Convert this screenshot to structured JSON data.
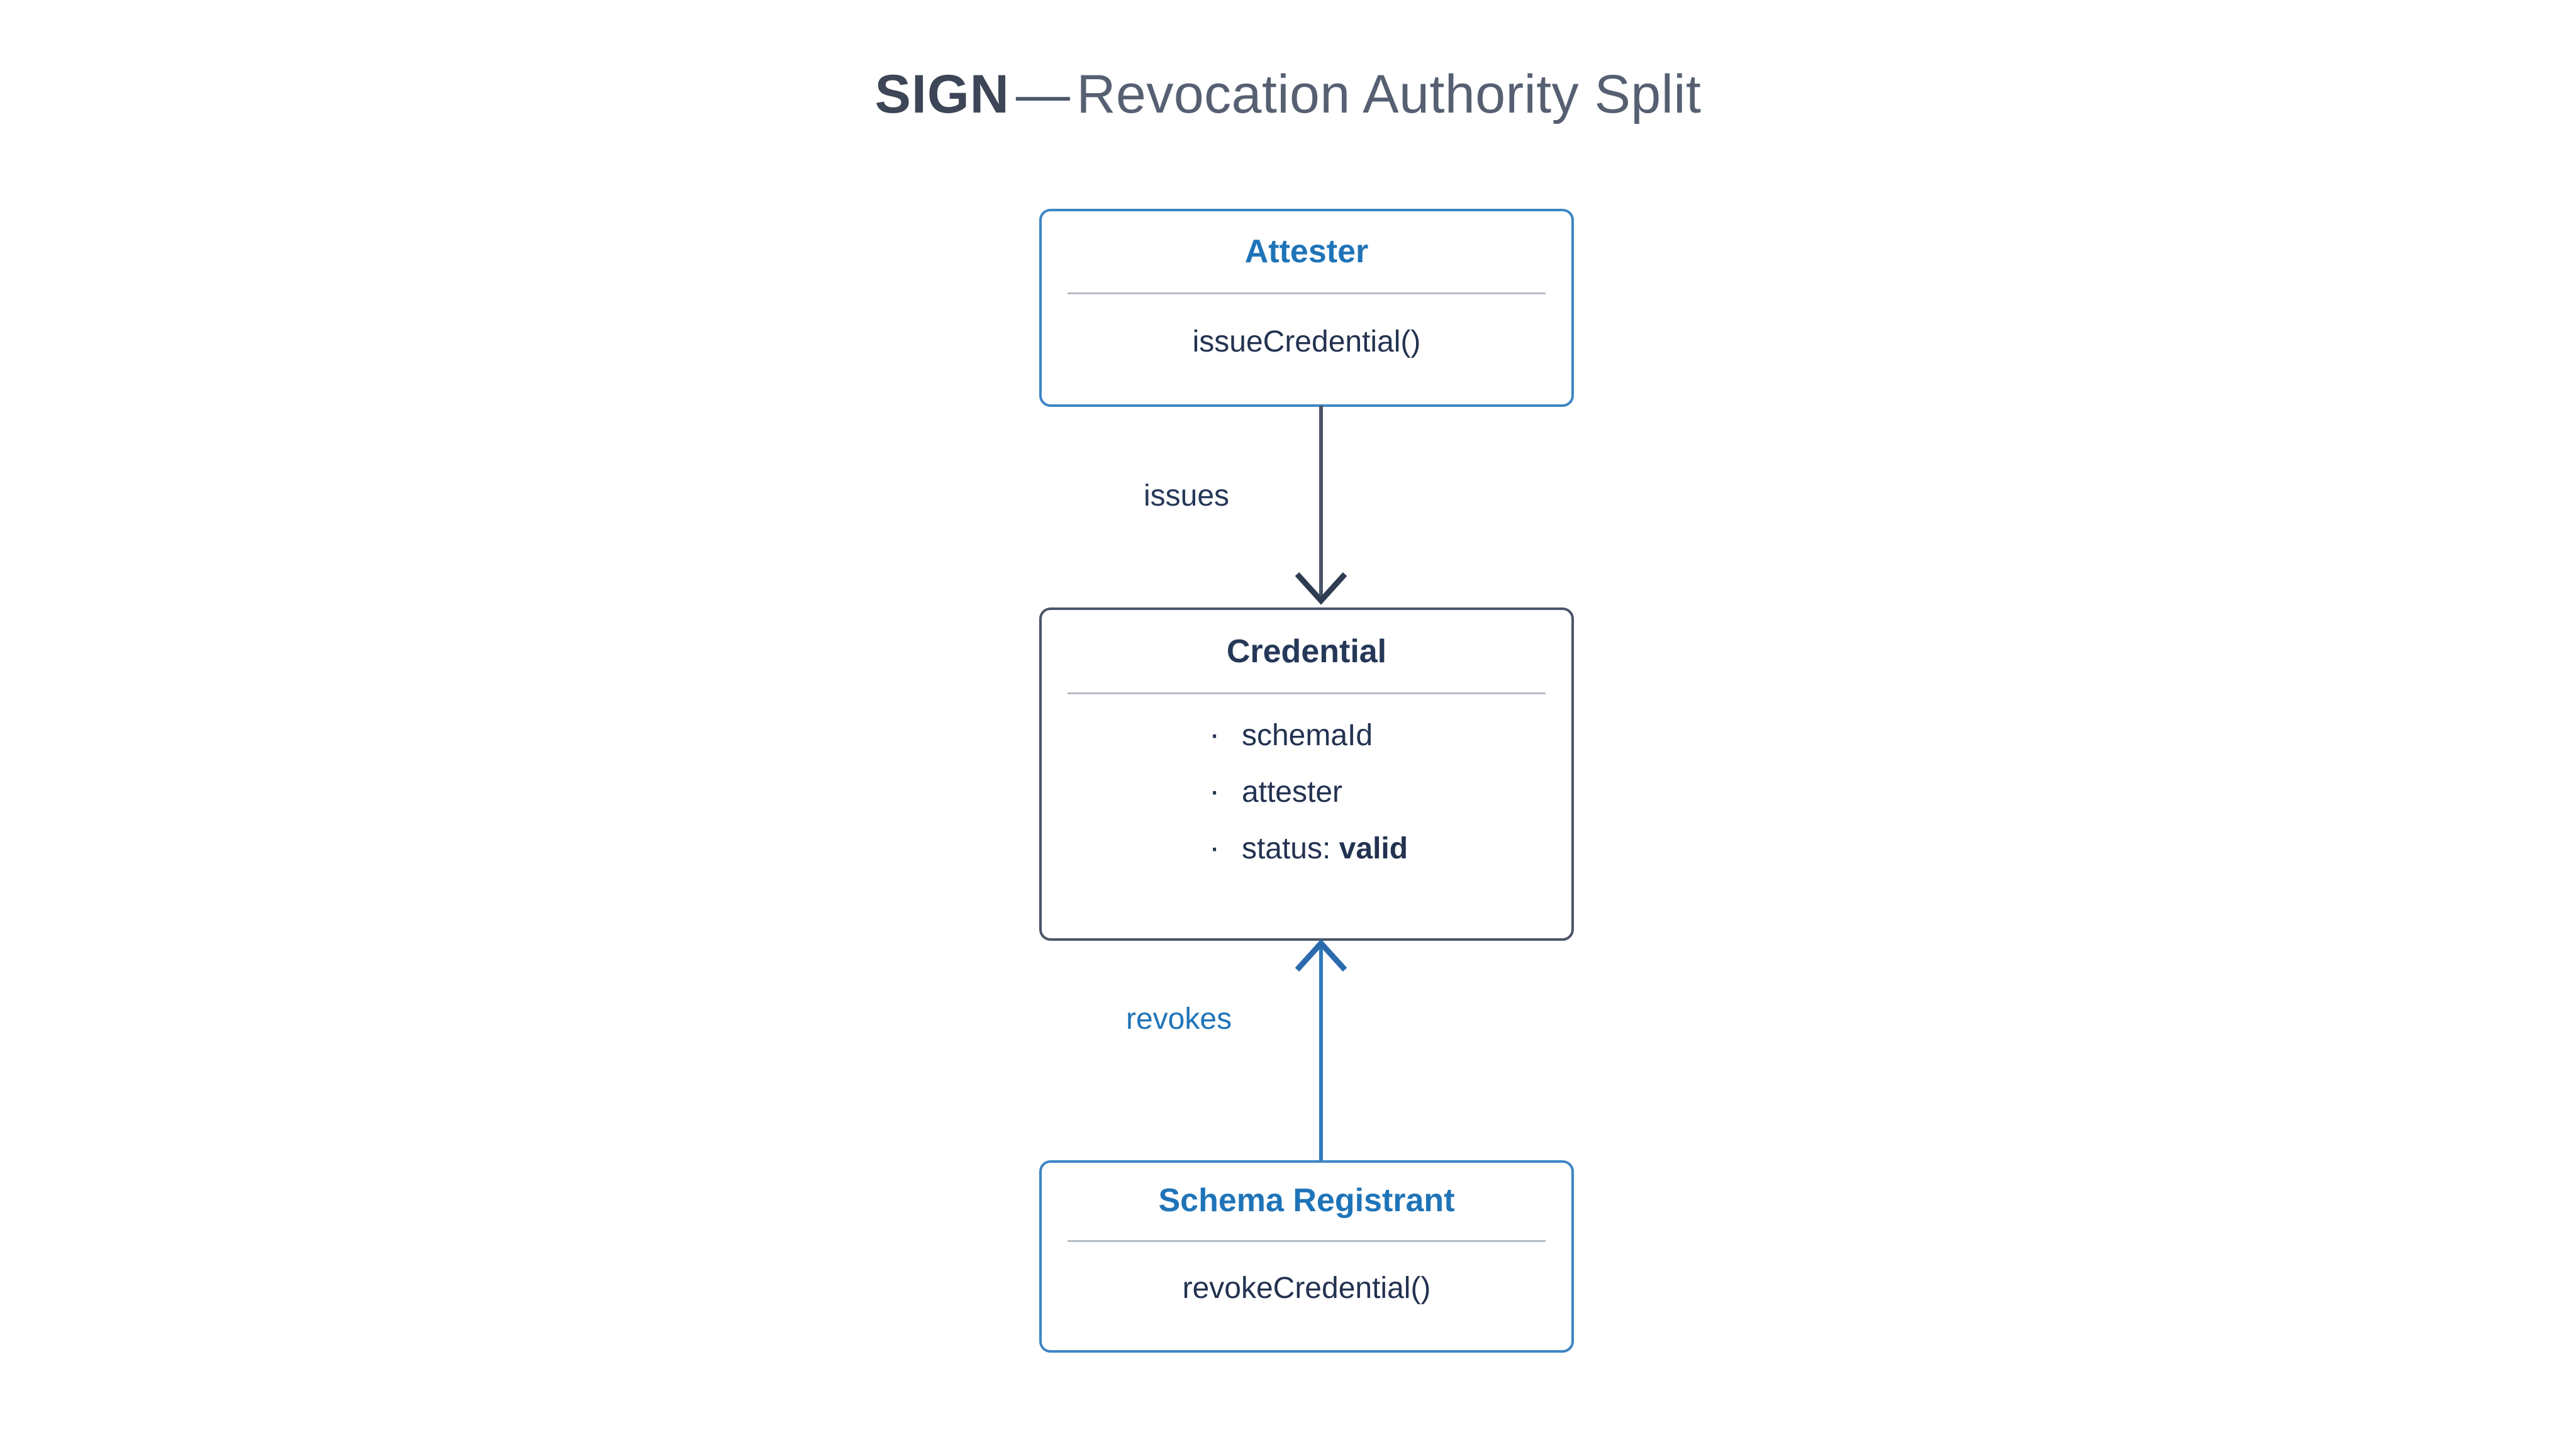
{
  "title": {
    "strong": "SIGN",
    "dash": "—",
    "rest": "Revocation Authority Split"
  },
  "colors": {
    "accent_blue": "#3d85c6",
    "title_blue": "#1f74b8",
    "navy": "#253858",
    "border_navy": "#4a5568",
    "divider_gray": "#b6bcc6",
    "background": "#ffffff"
  },
  "boxes": {
    "attester": {
      "title": "Attester",
      "method": "issueCredential()"
    },
    "credential": {
      "title": "Credential",
      "attributes": [
        {
          "text": "schemaId",
          "emph": ""
        },
        {
          "text": "attester",
          "emph": ""
        },
        {
          "text": "status: ",
          "emph": "valid"
        }
      ]
    },
    "registrant": {
      "title": "Schema Registrant",
      "method": "revokeCredential()"
    }
  },
  "edges": {
    "issues": {
      "label": "issues",
      "from": "Attester",
      "to": "Credential",
      "direction": "down",
      "color": "#4a5568"
    },
    "revokes": {
      "label": "revokes",
      "from": "Schema Registrant",
      "to": "Credential",
      "direction": "up",
      "color": "#2e79bd"
    }
  }
}
